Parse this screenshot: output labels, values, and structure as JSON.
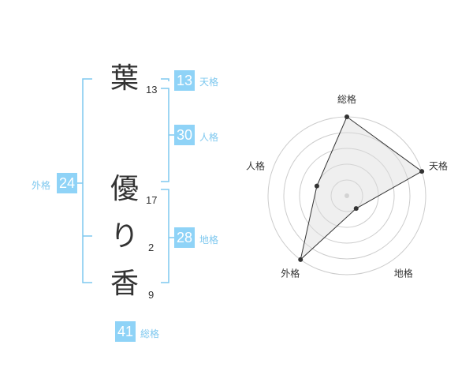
{
  "name_chars": [
    {
      "char": "葉",
      "strokes": "13"
    },
    {
      "char": "優",
      "strokes": "17"
    },
    {
      "char": "り",
      "strokes": "2"
    },
    {
      "char": "香",
      "strokes": "9"
    }
  ],
  "fortunes": {
    "ten": {
      "value": "13",
      "label": "天格"
    },
    "jin": {
      "value": "30",
      "label": "人格"
    },
    "chi": {
      "value": "28",
      "label": "地格"
    },
    "gai": {
      "value": "24",
      "label": "外格"
    },
    "sou": {
      "value": "41",
      "label": "総格"
    }
  },
  "colors": {
    "accent": "#8fd3f7",
    "bracket": "#7ec8ef",
    "polygon_fill": "#eeeeee",
    "grid": "#cccccc"
  },
  "chart_data": {
    "type": "radar",
    "axes": [
      "総格",
      "天格",
      "地格",
      "外格",
      "人格"
    ],
    "levels": 5,
    "values": [
      5,
      5,
      1,
      5,
      2
    ],
    "max": 5
  }
}
